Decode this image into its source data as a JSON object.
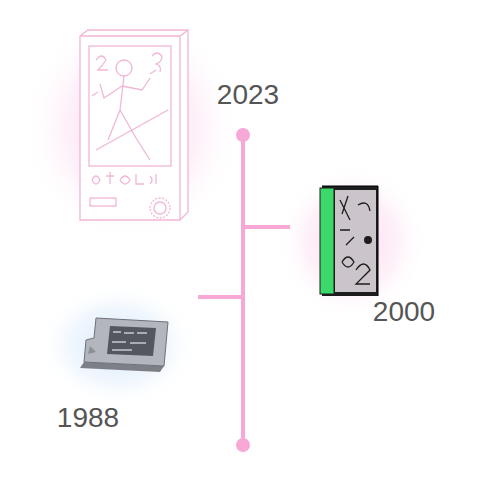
{
  "diagram": {
    "labels": [
      "2023",
      "2000",
      "1988"
    ]
  }
}
